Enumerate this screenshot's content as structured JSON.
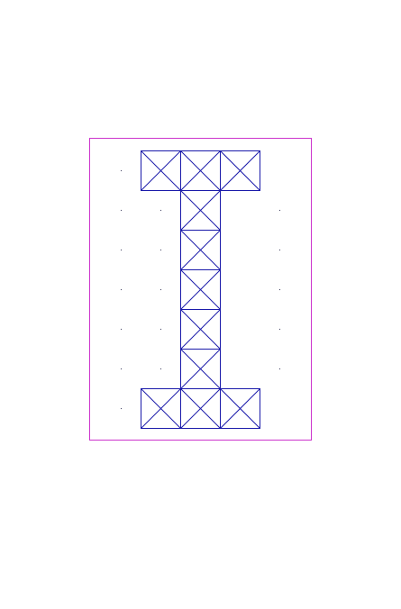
{
  "diagram": {
    "description_shape": "I-beam",
    "columns": 5,
    "rows": 7,
    "filled_cells": [
      [
        0,
        1
      ],
      [
        0,
        2
      ],
      [
        0,
        3
      ],
      [
        1,
        2
      ],
      [
        2,
        2
      ],
      [
        3,
        2
      ],
      [
        4,
        2
      ],
      [
        5,
        2
      ],
      [
        6,
        1
      ],
      [
        6,
        2
      ],
      [
        6,
        3
      ]
    ],
    "cell_marker": "X",
    "empty_cell_marker": "dot",
    "colors": {
      "background": "#ffffff",
      "frame": "#cc33cc",
      "grid": "#1a1aaa",
      "dot": "#444466"
    }
  }
}
